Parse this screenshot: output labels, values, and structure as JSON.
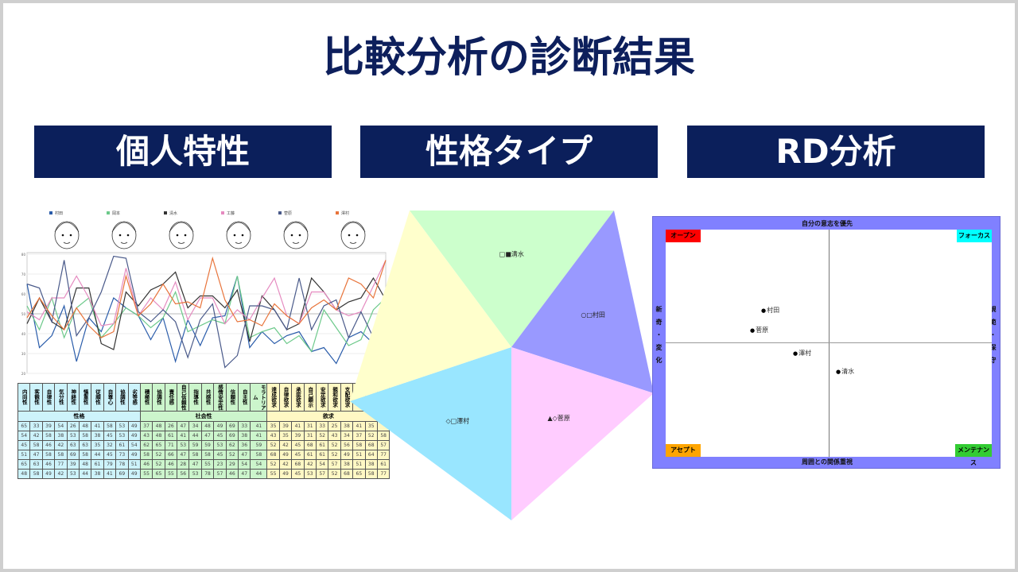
{
  "title": "比較分析の診断結果",
  "headers": [
    "個人特性",
    "性格タイプ",
    "RD分析"
  ],
  "colors": {
    "navy": "#0b1f5b",
    "rd_frame": "#8080ff"
  },
  "line_chart": {
    "legend": [
      "村田",
      "岡本",
      "清水",
      "工藤",
      "菅原",
      "澤村"
    ],
    "series_colors": [
      "#2a5caa",
      "#6cc98a",
      "#333333",
      "#e58bc0",
      "#4a5a8a",
      "#e8743b"
    ],
    "yticks": [
      "20",
      "30",
      "40",
      "50",
      "60",
      "70",
      "80"
    ],
    "ylim": [
      20,
      80
    ]
  },
  "table": {
    "groups": [
      "性格",
      "社会性",
      "欲求"
    ],
    "columns": [
      [
        "内向性",
        "客観性",
        "自律性",
        "気分性",
        "神経性",
        "慎重性",
        "従順性",
        "自尊心",
        "協調性",
        "劣等感"
      ],
      [
        "積極性",
        "協調性",
        "責任感",
        "自己信頼性",
        "指導性",
        "共感性",
        "感情安定性",
        "信頼性",
        "自主性",
        "モラトリアム"
      ],
      [
        "達成欲求",
        "自律欲求",
        "承認欲求",
        "自己顕示",
        "安定欲求",
        "親和欲求",
        "支配欲求",
        "",
        "",
        ""
      ]
    ],
    "rows": [
      [
        65,
        33,
        39,
        54,
        26,
        48,
        41,
        58,
        53,
        49,
        37,
        48,
        26,
        47,
        34,
        48,
        49,
        69,
        33,
        41,
        35,
        39,
        41,
        31,
        33,
        25,
        38,
        41,
        35,
        null
      ],
      [
        54,
        42,
        58,
        38,
        53,
        58,
        38,
        45,
        53,
        49,
        43,
        48,
        61,
        41,
        44,
        47,
        45,
        69,
        38,
        41,
        43,
        35,
        39,
        31,
        52,
        43,
        34,
        37,
        52,
        58
      ],
      [
        45,
        58,
        46,
        42,
        63,
        63,
        35,
        32,
        61,
        54,
        62,
        65,
        71,
        53,
        59,
        59,
        53,
        62,
        36,
        59,
        52,
        42,
        45,
        68,
        61,
        52,
        56,
        58,
        68,
        57
      ],
      [
        51,
        47,
        58,
        58,
        69,
        58,
        44,
        45,
        73,
        49,
        58,
        52,
        66,
        47,
        58,
        58,
        45,
        52,
        47,
        58,
        68,
        49,
        45,
        61,
        61,
        52,
        49,
        51,
        64,
        77
      ],
      [
        65,
        63,
        46,
        77,
        39,
        48,
        61,
        79,
        78,
        51,
        46,
        52,
        46,
        28,
        47,
        55,
        23,
        29,
        54,
        54,
        52,
        42,
        68,
        42,
        54,
        57,
        38,
        51,
        38,
        61
      ],
      [
        48,
        58,
        49,
        42,
        53,
        44,
        38,
        41,
        69,
        49,
        55,
        65,
        55,
        56,
        53,
        78,
        57,
        46,
        47,
        44,
        55,
        49,
        45,
        53,
        57,
        52,
        68,
        65,
        58,
        77
      ]
    ]
  },
  "pentagon": {
    "segments": [
      {
        "color": "#ccffcc",
        "label": "□■清水"
      },
      {
        "color": "#9999ff",
        "label": "○□村田"
      },
      {
        "color": "#ffccff",
        "label": "▲◇菅原"
      },
      {
        "color": "#99e6ff",
        "label": "◇□澤村"
      },
      {
        "color": "#ffffcc",
        "label": ""
      }
    ]
  },
  "rd": {
    "top": "自分の意志を優先",
    "bottom": "周囲との関係重視",
    "left": "新奇・変化",
    "right": "規範・保守",
    "corners": [
      {
        "label": "オープン",
        "color": "#ff0000"
      },
      {
        "label": "フォーカス",
        "color": "#00ffff"
      },
      {
        "label": "アセプト",
        "color": "#ffa500"
      },
      {
        "label": "メンテナンス",
        "color": "#33cc33"
      }
    ],
    "points": [
      "村田",
      "菅原",
      "澤村",
      "清水"
    ]
  }
}
